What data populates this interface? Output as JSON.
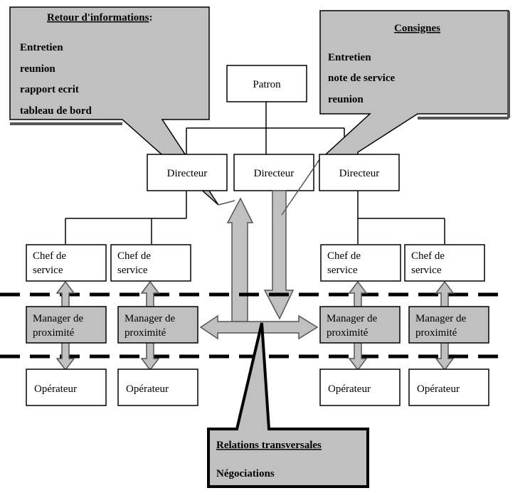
{
  "callouts": {
    "retour": {
      "title": "Retour d'informations",
      "title_suffix": ":",
      "items": [
        "Entretien",
        "reunion",
        "rapport ecrit",
        "tableau de bord"
      ]
    },
    "consignes": {
      "title": "Consignes",
      "items": [
        "Entretien",
        "note de service",
        "reunion"
      ]
    },
    "relations": {
      "title": "Relations transversales",
      "items": [
        "Négociations"
      ]
    }
  },
  "boxes": {
    "patron": "Patron",
    "directeurs": [
      "Directeur",
      "Directeur",
      "Directeur"
    ],
    "chefs": [
      {
        "line1": "Chef de",
        "line2": "service"
      },
      {
        "line1": "Chef de",
        "line2": "service"
      },
      {
        "line1": "Chef de",
        "line2": "service"
      },
      {
        "line1": "Chef de",
        "line2": "service"
      }
    ],
    "managers": [
      {
        "line1": "Manager de",
        "line2": "proximité"
      },
      {
        "line1": "Manager de",
        "line2": "proximité"
      },
      {
        "line1": "Manager de",
        "line2": "proximité"
      },
      {
        "line1": "Manager de",
        "line2": "proximité"
      }
    ],
    "operateurs": [
      "Opérateur",
      "Opérateur",
      "Opérateur",
      "Opérateur"
    ]
  },
  "colors": {
    "shaded": "#c0c0c0",
    "white": "#ffffff",
    "line": "#000000"
  }
}
